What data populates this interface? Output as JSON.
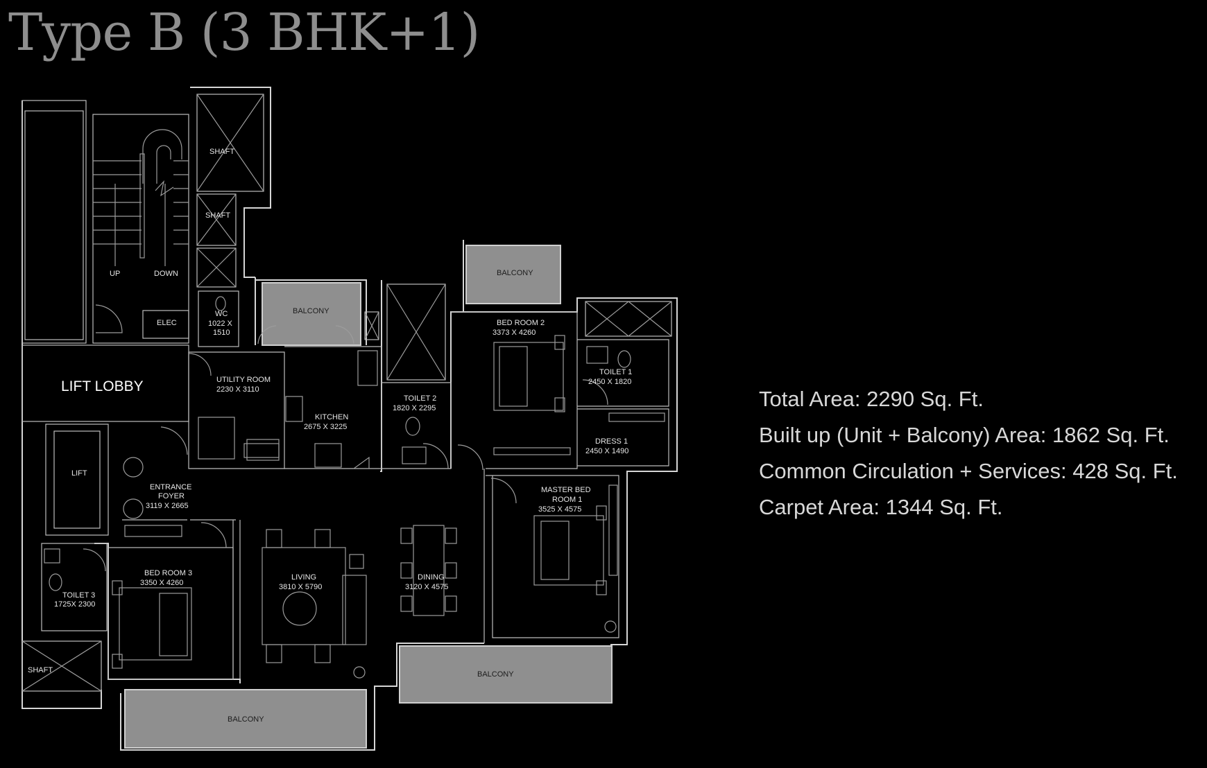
{
  "title": "Type B (3 BHK+1)",
  "rooms": {
    "lift_lobby": "LIFT LOBBY",
    "lift": "LIFT",
    "up": "UP",
    "down": "DOWN",
    "shaft": "SHAFT",
    "elec": "ELEC",
    "wc": "WC",
    "wc_dim_1": "1022 X",
    "wc_dim_2": "1510",
    "balcony": "BALCONY",
    "utility_room": "UTILITY ROOM",
    "utility_dim": "2230 X 3110",
    "kitchen": "KITCHEN",
    "kitchen_dim": "2675 X 3225",
    "toilet_2": "TOILET 2",
    "toilet_2_dim": "1820 X 2295",
    "bed_room_2": "BED ROOM 2",
    "bed_room_2_dim": "3373 X 4260",
    "toilet_1": "TOILET 1",
    "toilet_1_dim": "2450 X 1820",
    "dress_1": "DRESS 1",
    "dress_1_dim": "2450 X 1490",
    "entrance_foyer_1": "ENTRANCE",
    "entrance_foyer_2": "FOYER",
    "entrance_foyer_dim": "3119 X 2665",
    "master_bed_1": "MASTER BED",
    "master_bed_2": "ROOM 1",
    "master_bed_dim": "3525 X 4575",
    "bed_room_3": "BED ROOM 3",
    "bed_room_3_dim": "3350 X 4260",
    "living": "LIVING",
    "living_dim": "3810 X 5790",
    "dining": "DINING",
    "dining_dim": "3120 X 4575",
    "toilet_3": "TOILET 3",
    "toilet_3_dim": "1725X 2300"
  },
  "stats": {
    "total_area": "Total Area: 2290 Sq. Ft.",
    "built_up": "Built up (Unit + Balcony) Area: 1862 Sq. Ft.",
    "common": "Common Circulation + Services: 428 Sq. Ft.",
    "carpet": "Carpet Area: 1344 Sq. Ft."
  }
}
